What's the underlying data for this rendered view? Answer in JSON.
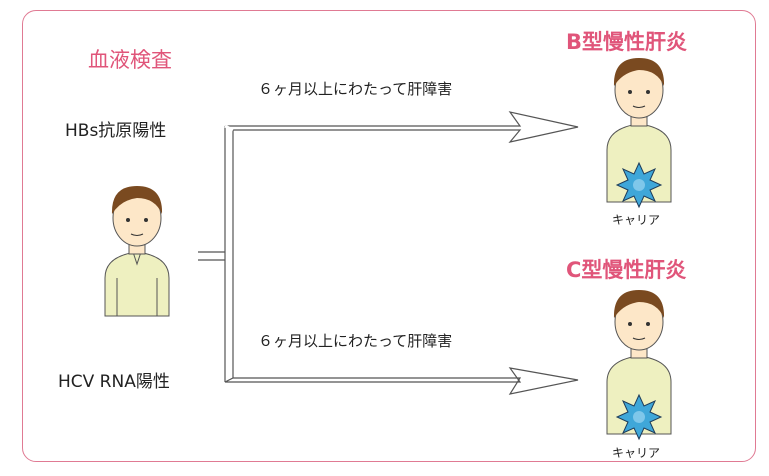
{
  "title_left": "血液検査",
  "left_labels": {
    "top": "HBs抗原陽性",
    "bottom": "HCV RNA陽性"
  },
  "arrows": {
    "top_caption": "６ヶ月以上にわたって肝障害",
    "bottom_caption": "６ヶ月以上にわたって肝障害"
  },
  "right_titles": {
    "top": "B型慢性肝炎",
    "bottom": "C型慢性肝炎"
  },
  "carrier_labels": {
    "top": "キャリア",
    "bottom": "キャリア"
  },
  "colors": {
    "frame": "#e07a93",
    "title": "#e0557a",
    "shirt": "#eef0c0",
    "hair": "#7a4a20",
    "skin": "#fde7c8",
    "virus": "#3fa7d9"
  }
}
